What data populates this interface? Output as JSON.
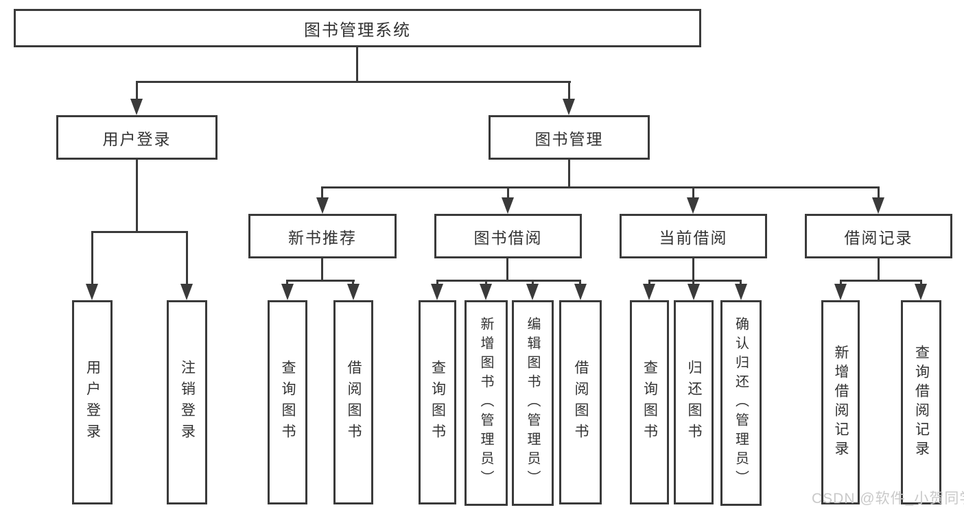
{
  "diagram": {
    "title": "图书管理系统",
    "type": "hierarchy-tree",
    "colors": {
      "line": "#3a3a3a",
      "box_border": "#3a3a3a",
      "text": "#333333",
      "background": "#ffffff",
      "watermark": "#c9c9c9"
    },
    "nodes": {
      "root": {
        "label": "图书管理系统"
      },
      "user_login": {
        "label": "用户登录"
      },
      "book_mgmt": {
        "label": "图书管理"
      },
      "ul_login": {
        "label": "用户登录"
      },
      "ul_logout": {
        "label": "注销登录"
      },
      "new_book": {
        "label": "新书推荐"
      },
      "book_borrow": {
        "label": "图书借阅"
      },
      "current_borrow": {
        "label": "当前借阅"
      },
      "borrow_record": {
        "label": "借阅记录"
      },
      "nb_query": {
        "label": "查询图书"
      },
      "nb_borrow": {
        "label": "借阅图书"
      },
      "bb_query": {
        "label": "查询图书"
      },
      "bb_add": {
        "label": "新增图书（管理员）"
      },
      "bb_edit": {
        "label": "编辑图书（管理员）"
      },
      "bb_borrow": {
        "label": "借阅图书"
      },
      "cb_query": {
        "label": "查询图书"
      },
      "cb_return": {
        "label": "归还图书"
      },
      "cb_confirm": {
        "label": "确认归还（管理员）"
      },
      "br_add": {
        "label": "新增借阅记录"
      },
      "br_query": {
        "label": "查询借阅记录"
      }
    },
    "structure": {
      "图书管理系统": {
        "用户登录": [
          "用户登录",
          "注销登录"
        ],
        "图书管理": {
          "新书推荐": [
            "查询图书",
            "借阅图书"
          ],
          "图书借阅": [
            "查询图书",
            "新增图书（管理员）",
            "编辑图书（管理员）",
            "借阅图书"
          ],
          "当前借阅": [
            "查询图书",
            "归还图书",
            "确认归还（管理员）"
          ],
          "借阅记录": [
            "新增借阅记录",
            "查询借阅记录"
          ]
        }
      }
    }
  },
  "watermark": {
    "text": "CSDN @软件_小贺同学"
  }
}
